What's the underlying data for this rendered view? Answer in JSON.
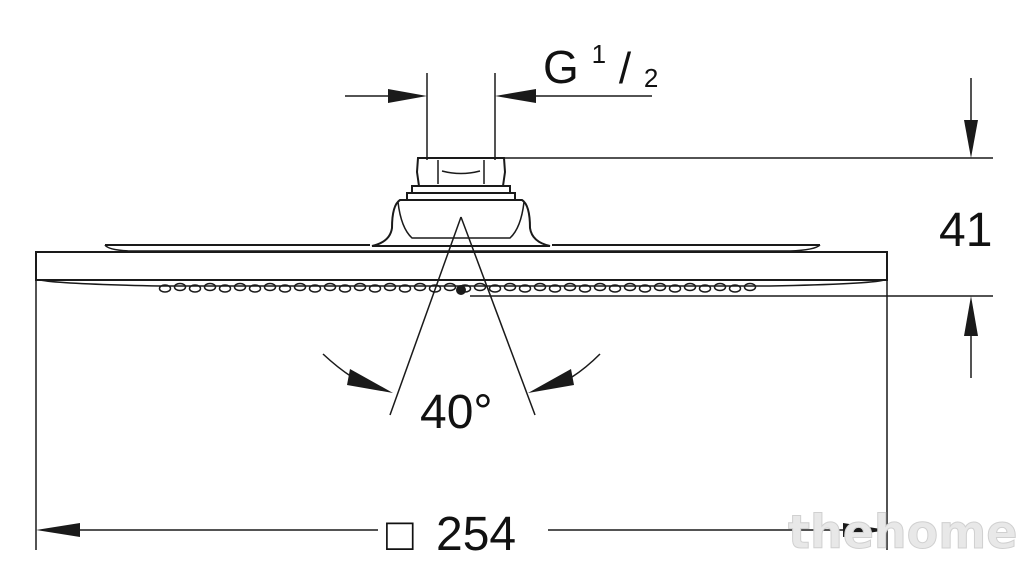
{
  "dimensions": {
    "thread": {
      "letter": "G",
      "numerator": "1",
      "slash": "/",
      "denominator": "2"
    },
    "height": "41",
    "angle": "40°",
    "width_symbol": "□",
    "width": "254"
  },
  "watermark": "thehome",
  "colors": {
    "line": "#1a1a1a",
    "background": "#ffffff",
    "watermark": "#e8e8e8"
  }
}
